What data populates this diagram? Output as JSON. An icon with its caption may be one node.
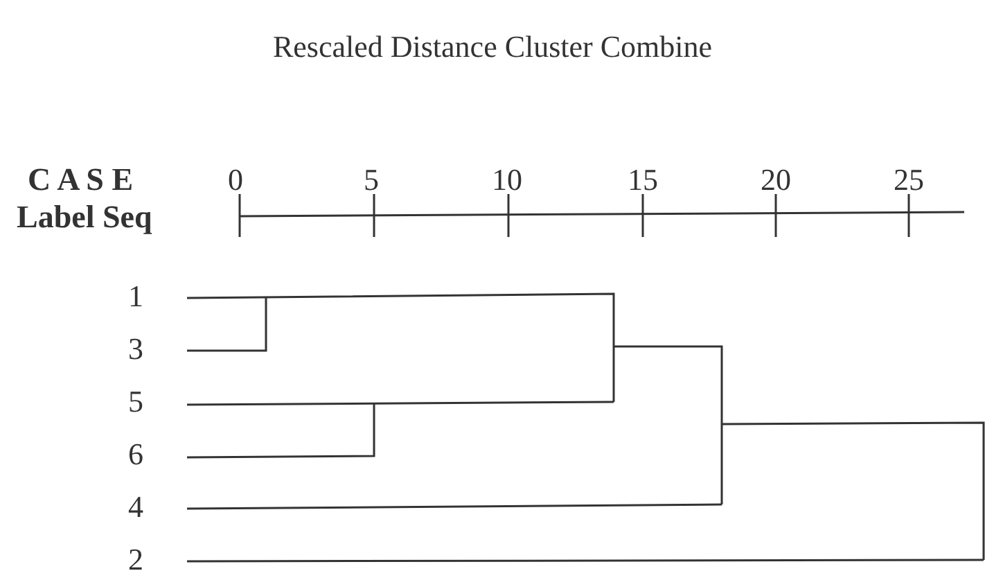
{
  "diagram": {
    "title": "Rescaled Distance Cluster Combine",
    "labels": [
      "C A S E",
      "0",
      "5",
      "10",
      "15",
      "20",
      "25",
      "Label Seq",
      "1",
      "3",
      "5",
      "6",
      "4",
      "2"
    ]
  }
}
